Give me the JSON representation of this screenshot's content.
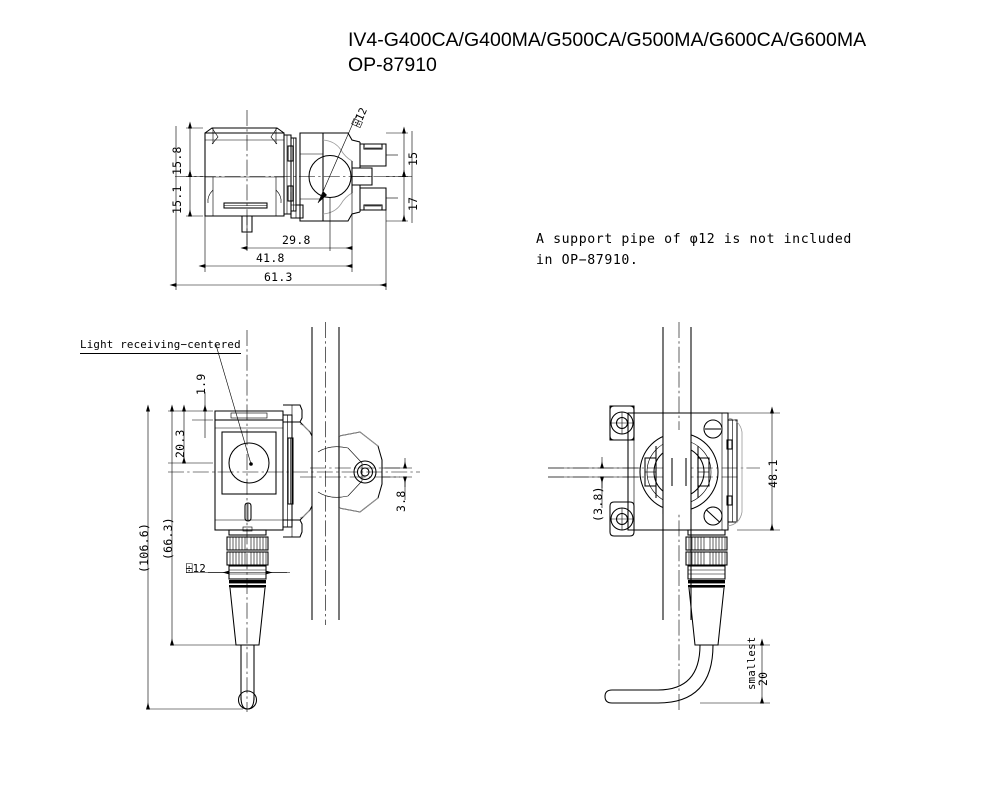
{
  "title": {
    "line1": "IV4-G400CA/G400MA/G500CA/G500MA/G600CA/G600MA",
    "line2": "OP-87910"
  },
  "note": {
    "line1": "A support pipe of φ12 is not included",
    "line2": "in OP−87910."
  },
  "top_view": {
    "dims": {
      "d1": "15.8",
      "d2": "15.1",
      "d3": "15",
      "d4": "17",
      "d5": "29.8",
      "d6": "41.8",
      "d7": "61.3"
    },
    "labels": {
      "pipe_dia": "⌹12"
    }
  },
  "front_view": {
    "callout": "Light receiving−centered",
    "dims": {
      "d_19": "1.9",
      "d_203": "20.3",
      "d_663": "(66.3)",
      "d_1066": "(106.6)",
      "d_38": "3.8"
    },
    "labels": {
      "cable_dia": "⌹12"
    }
  },
  "side_view": {
    "dims": {
      "d_38": "(3.8)",
      "d_481": "48.1",
      "d_bend": "20"
    },
    "labels": {
      "bend_note": "smallest"
    }
  }
}
